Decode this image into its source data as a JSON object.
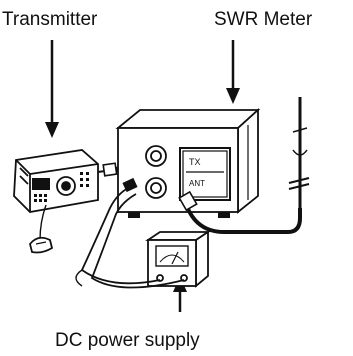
{
  "labels": {
    "transmitter": "Transmitter",
    "swr_meter": "SWR Meter",
    "dc_power_supply": "DC power supply",
    "tx_marking": "TX",
    "ant_marking": "ANT"
  },
  "colors": {
    "ink": "#111111",
    "background": "#ffffff"
  }
}
